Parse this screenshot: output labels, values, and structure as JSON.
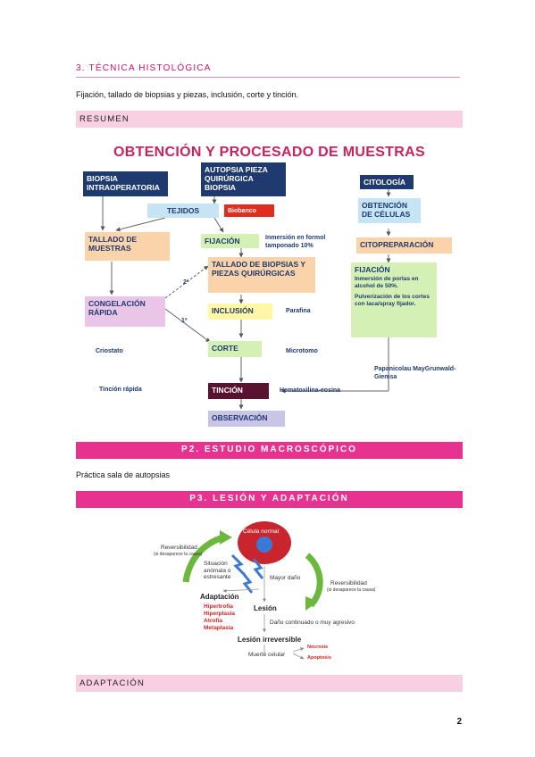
{
  "header": {
    "section_title": "3. TÉCNICA HISTOLÓGICA",
    "intro_text": "Fijación, tallado de biopsias y piezas, inclusión, corte y tinción."
  },
  "bands": {
    "resumen": "RESUMEN",
    "p2": "P2. ESTUDIO MACROSCÓPICO",
    "p3": "P3. LESIÓN Y ADAPTACIÓN",
    "adaptacion": "ADAPTACIÓN"
  },
  "practica_text": "Práctica sala de autopsias",
  "flowchart": {
    "title": "OBTENCIÓN Y PROCESADO DE MUESTRAS",
    "biopsia": "BIOPSIA INTRAOPERATORIA",
    "autopsia": "AUTOPSIA PIEZA QUIRÚRGICA BIOPSIA",
    "citologia": "CITOLOGÍA",
    "tejidos": "TEJIDOS",
    "biobanco": "Biobanco",
    "obtencion_celulas": "OBTENCIÓN DE CÉLULAS",
    "tallado_muestras": "TALLADO DE MUESTRAS",
    "fijacion": "FIJACIÓN",
    "fijacion_note": "Inmersión en formol tamponado 10%",
    "citopreparacion": "CITOPREPARACIÓN",
    "tallado_biopsias": "TALLADO DE BIOPSIAS Y PIEZAS QUIRÚRGICAS",
    "fijacion_cito": "FIJACIÓN",
    "fijacion_cito_note1": "Inmersión de portas en alcohol de 50%.",
    "fijacion_cito_note2": "Pulverización de los cortes con laca/spray fijador.",
    "congelacion": "CONGELACIÓN RÁPIDA",
    "inclusion": "INCLUSIÓN",
    "parafina": "Parafina",
    "criostato": "Criostato",
    "corte": "CORTE",
    "microtomo": "Microtomo",
    "label_2a": "2ª",
    "label_1a": "1ª",
    "papanicolau": "Papanicolau MayGrunwald-Giemsa",
    "tincion_rapida": "Tinción rápida",
    "tincion": "TINCIÓN",
    "hematoxilina": "Hematoxilina-eosina",
    "observacion": "OBSERVACIÓN"
  },
  "lesion": {
    "celula_normal": "Célula normal",
    "reversibilidad_left": "Reversibilidad",
    "reversibilidad_left_sub": "(si desaparece la causa)",
    "situacion": "Situación anómala o estresante",
    "mayor_dano": "Mayor daño",
    "reversibilidad_right": "Reversibilidad",
    "reversibilidad_right_sub": "(si desaparece la causa)",
    "adaptacion": "Adaptación",
    "adaptacion_items": [
      "Hipertrofia",
      "Hiperplasia",
      "Atrofia",
      "Metaplasia"
    ],
    "lesion": "Lesión",
    "dano_continuado": "Daño continuado o muy agresivo",
    "lesion_irreversible": "Lesión irreversible",
    "muerte_celular": "Muerte celular",
    "necrosis": "Necrosis",
    "apoptosis": "Apoptosis"
  },
  "page_number": "2",
  "colors": {
    "accent": "#d10f6e",
    "band_light": "#f9cfe2",
    "band_dark": "#e8328f",
    "navy": "#1f3a6e"
  }
}
